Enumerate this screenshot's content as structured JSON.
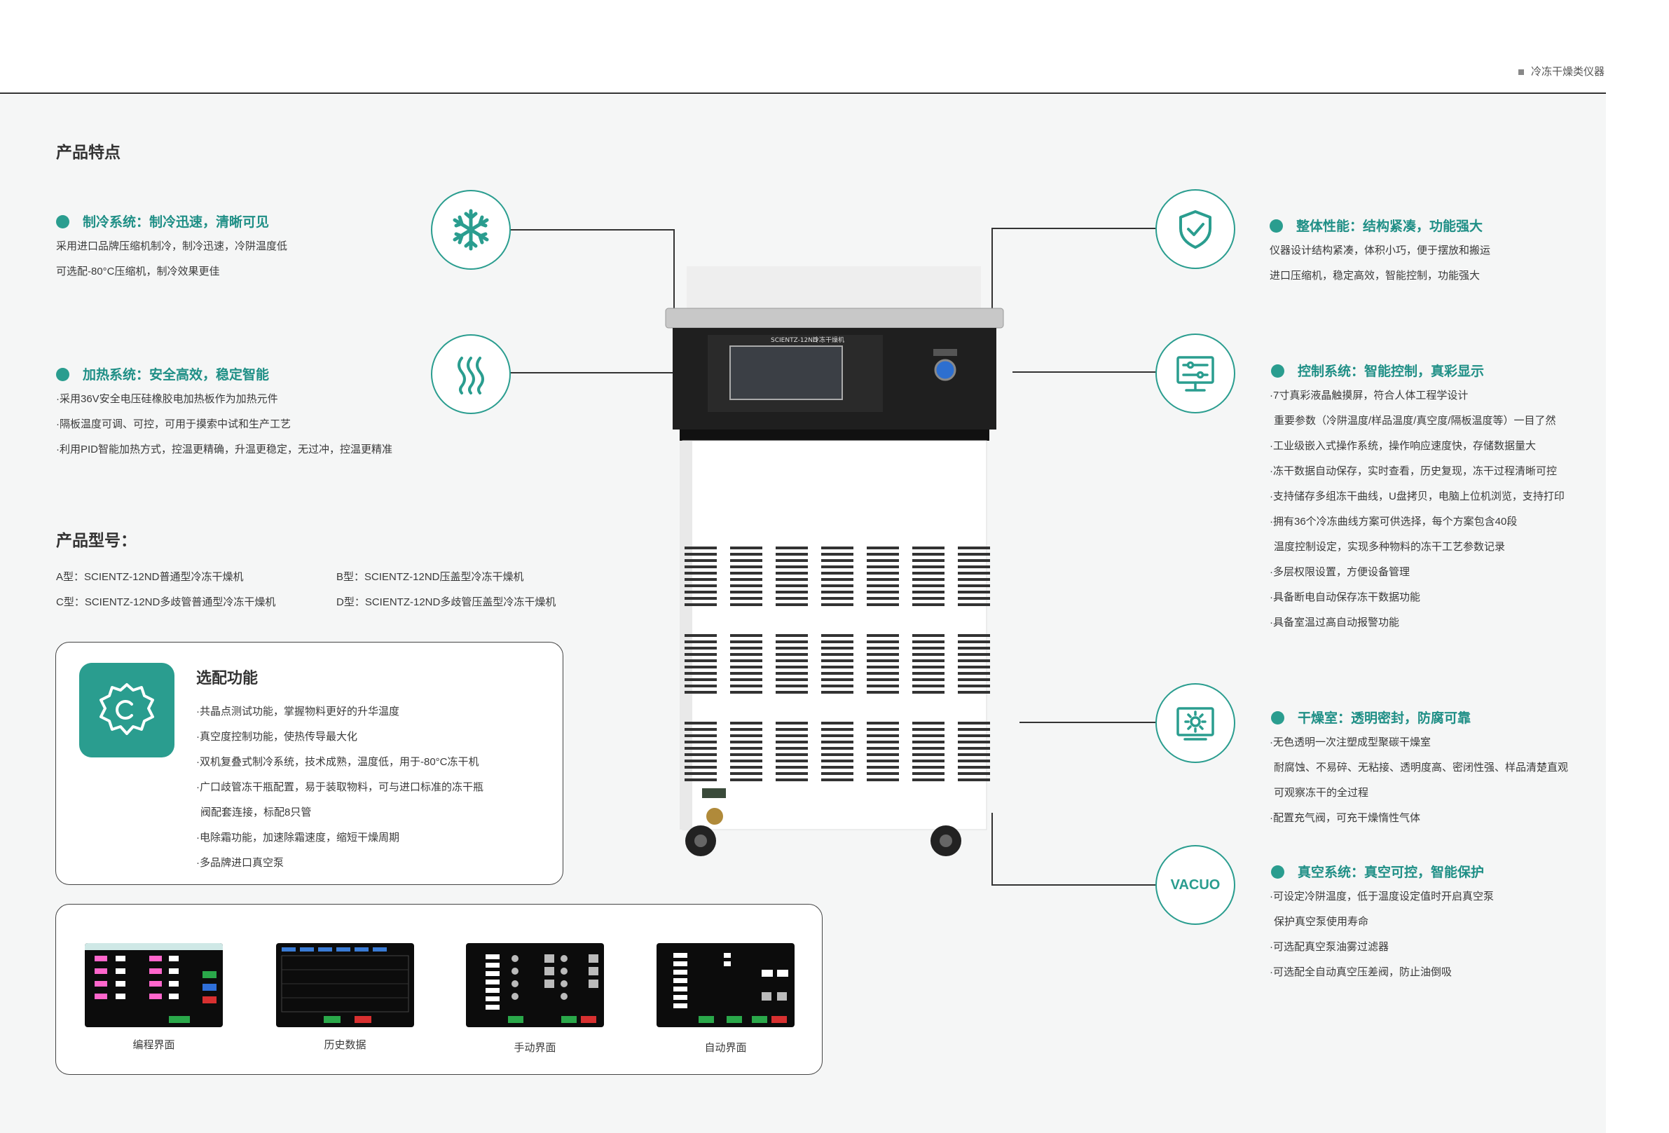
{
  "header": {
    "category": "冷冻干燥类仪器"
  },
  "title": "产品特点",
  "features_left": [
    {
      "heading": "制冷系统：制冷迅速，清晰可见",
      "icon": "snowflake-icon",
      "lines": [
        "采用进口品牌压缩机制冷，制冷迅速，冷阱温度低",
        "可选配-80°C压缩机，制冷效果更佳"
      ]
    },
    {
      "heading": "加热系统：安全高效，稳定智能",
      "icon": "heat-waves-icon",
      "lines": [
        "·采用36V安全电压硅橡胶电加热板作为加热元件",
        "·隔板温度可调、可控，可用于摸索中试和生产工艺",
        "·利用PID智能加热方式，控温更精确，升温更稳定，无过冲，控温更精准"
      ]
    }
  ],
  "models": {
    "title": "产品型号：",
    "items": [
      "A型：SCIENTZ-12ND普通型冷冻干燥机",
      "B型：SCIENTZ-12ND压盖型冷冻干燥机",
      "C型：SCIENTZ-12ND多歧管普通型冷冻干燥机",
      "D型：SCIENTZ-12ND多歧管压盖型冷冻干燥机"
    ]
  },
  "options": {
    "title": "选配功能",
    "lines": [
      "·共晶点测试功能，掌握物料更好的升华温度",
      "·真空度控制功能，使热传导最大化",
      "·双机复叠式制冷系统，技术成熟，温度低，用于-80°C冻干机",
      "·广口歧管冻干瓶配置，易于装取物料，可与进口标准的冻干瓶",
      "阀配套连接，标配8只管",
      "·电除霜功能，加速除霜速度，缩短干燥周期",
      "·多品牌进口真空泵"
    ]
  },
  "screens": [
    "编程界面",
    "历史数据",
    "手动界面",
    "自动界面"
  ],
  "features_right": [
    {
      "heading": "整体性能：结构紧凑，功能强大",
      "icon": "shield-check-icon",
      "lines": [
        "仪器设计结构紧凑，体积小巧，便于摆放和搬运",
        "进口压缩机，稳定高效，智能控制，功能强大"
      ]
    },
    {
      "heading": "控制系统：智能控制，真彩显示",
      "icon": "monitor-settings-icon",
      "lines": [
        "·7寸真彩液晶触摸屏，符合人体工程学设计",
        "重要参数（冷阱温度/样品温度/真空度/隔板温度等）一目了然",
        "·工业级嵌入式操作系统，操作响应速度快，存储数据量大",
        "·冻干数据自动保存，实时查看，历史复现，冻干过程清晰可控",
        "·支持储存多组冻干曲线，U盘拷贝，电脑上位机浏览，支持打印",
        "·拥有36个冷冻曲线方案可供选择，每个方案包含40段",
        "温度控制设定，实现多种物料的冻干工艺参数记录",
        "·多层权限设置，方便设备管理",
        "·具备断电自动保存冻干数据功能",
        "·具备室温过高自动报警功能"
      ]
    },
    {
      "heading": "干燥室：透明密封，防腐可靠",
      "icon": "chamber-icon",
      "lines": [
        "·无色透明一次注塑成型聚碳干燥室",
        "耐腐蚀、不易碎、无粘接、透明度高、密闭性强、样品清楚直观",
        "可观察冻干的全过程",
        "·配置充气阀，可充干燥惰性气体"
      ]
    },
    {
      "heading": "真空系统：真空可控，智能保护",
      "icon_text": "VACUO",
      "lines": [
        "·可设定冷阱温度，低于温度设定值时开启真空泵",
        "保护真空泵使用寿命",
        "·可选配真空泵油雾过滤器",
        "·可选配全自动真空压差阀，防止油倒吸"
      ]
    }
  ],
  "device": {
    "model_label": "SCIENTZ-12ND",
    "name_label": "冷冻干燥机"
  },
  "colors": {
    "accent": "#2a9d8f",
    "panel": "#f5f6f6"
  }
}
